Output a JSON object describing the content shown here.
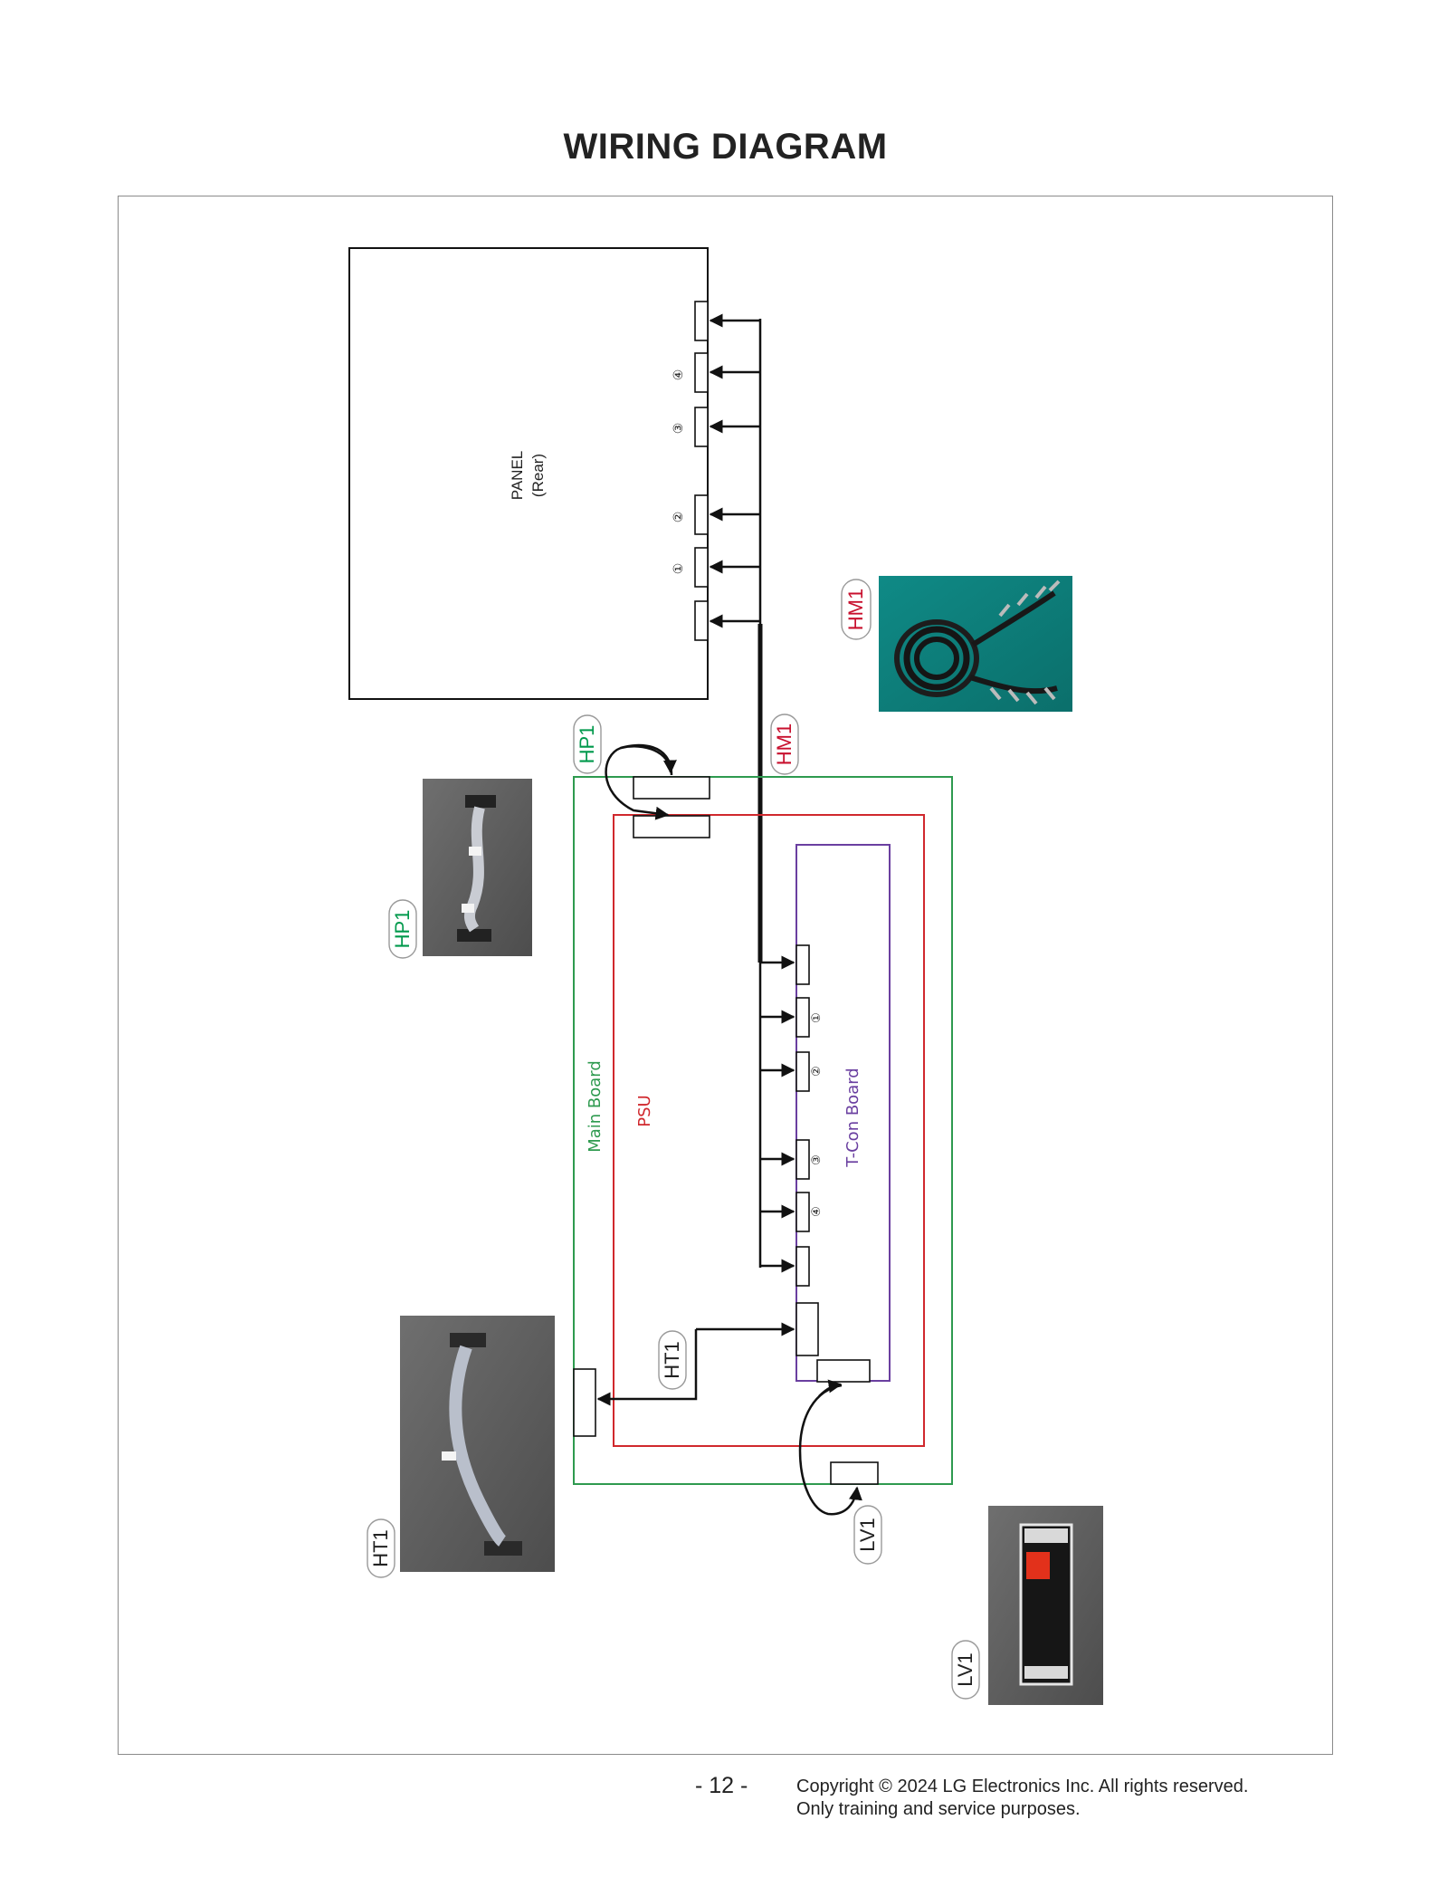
{
  "page": {
    "title": "WIRING DIAGRAM",
    "page_number": "- 12 -",
    "copyright_line1": "Copyright © 2024 LG Electronics Inc. All rights reserved.",
    "copyright_line2": "Only training and service purposes."
  },
  "diagram": {
    "panel_label_line1": "PANEL",
    "panel_label_line2": "(Rear)",
    "main_board_label": "Main Board",
    "psu_label": "PSU",
    "tcon_label": "T-Con Board",
    "connector_numbers": [
      "①",
      "②",
      "③",
      "④"
    ],
    "cables": {
      "hm1": "HM1",
      "hp1": "HP1",
      "ht1": "HT1",
      "lv1": "LV1"
    },
    "colors": {
      "main_board": "#2e9a4f",
      "psu": "#d0282d",
      "tcon": "#6a3fa0",
      "label_hm1": "#c8102e",
      "label_hp1": "#00994c",
      "label_ht1": "#222222",
      "label_lv1": "#222222"
    }
  }
}
